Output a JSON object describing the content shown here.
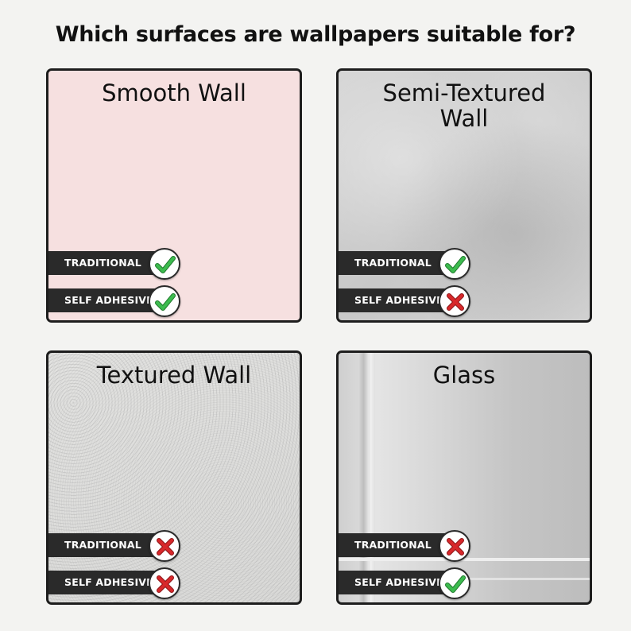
{
  "title": "Which surfaces are wallpapers suitable for?",
  "colors": {
    "check": "#3dbb4f",
    "cross": "#d8282b",
    "label_bg": "#2a2a2a",
    "smooth_wall": "#f6e0e0"
  },
  "cards": [
    {
      "title_lines": [
        "Smooth Wall"
      ],
      "ratings": [
        {
          "label": "TRADITIONAL",
          "status": "check",
          "icon": "check-icon"
        },
        {
          "label": "SELF ADHESIVE",
          "status": "check",
          "icon": "check-icon"
        }
      ]
    },
    {
      "title_lines": [
        "Semi-Textured",
        "Wall"
      ],
      "ratings": [
        {
          "label": "TRADITIONAL",
          "status": "check",
          "icon": "check-icon"
        },
        {
          "label": "SELF ADHESIVE",
          "status": "cross",
          "icon": "cross-icon"
        }
      ]
    },
    {
      "title_lines": [
        "Textured Wall"
      ],
      "ratings": [
        {
          "label": "TRADITIONAL",
          "status": "cross",
          "icon": "cross-icon"
        },
        {
          "label": "SELF ADHESIVE",
          "status": "cross",
          "icon": "cross-icon"
        }
      ]
    },
    {
      "title_lines": [
        "Glass"
      ],
      "ratings": [
        {
          "label": "TRADITIONAL",
          "status": "cross",
          "icon": "cross-icon"
        },
        {
          "label": "SELF ADHESIVE",
          "status": "check",
          "icon": "check-icon"
        }
      ]
    }
  ]
}
